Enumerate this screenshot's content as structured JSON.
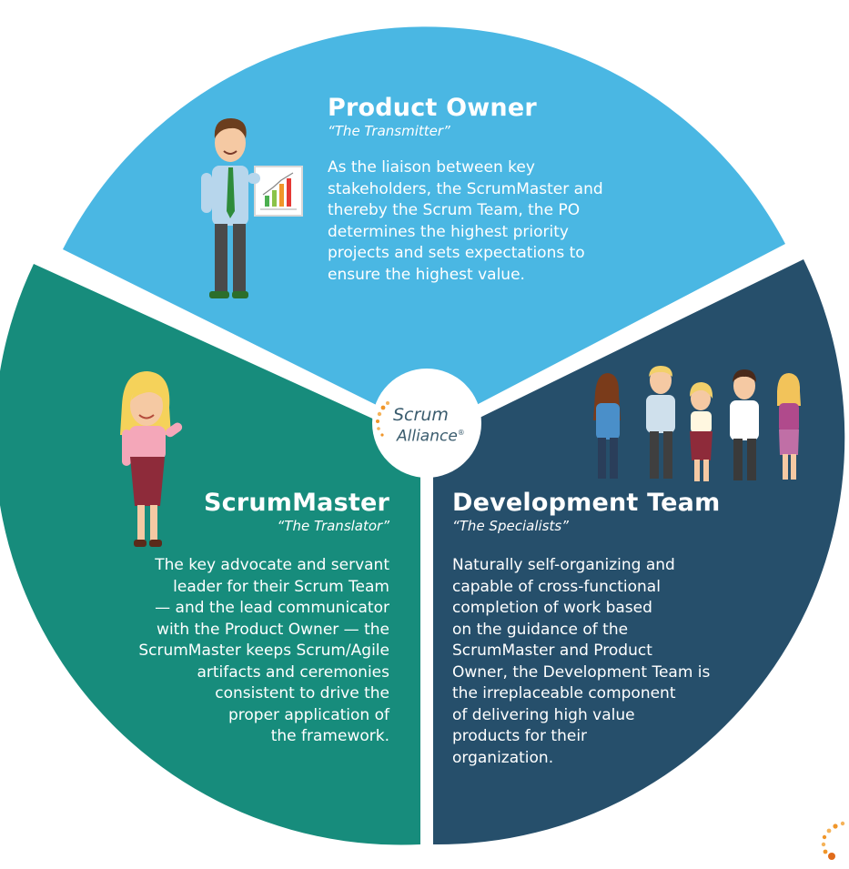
{
  "colors": {
    "product_owner": "#4ab7e3",
    "scrummaster": "#178c7c",
    "development_team": "#264f6b",
    "accent_orange": "#f0962a"
  },
  "logo": {
    "line1": "Scrum",
    "line2": "Alliance",
    "mark": "®"
  },
  "product_owner": {
    "title": "Product Owner",
    "subtitle": "“The Transmitter”",
    "body_lines": [
      "As the liaison between key",
      "stakeholders, the ScrumMaster and",
      "thereby the Scrum Team, the PO",
      "determines the highest priority",
      "projects and sets expectations to",
      "ensure the highest value."
    ]
  },
  "scrummaster": {
    "title": "ScrumMaster",
    "subtitle": "“The Translator”",
    "body_lines": [
      "The key advocate and servant",
      "leader for their Scrum Team",
      "— and the lead communicator",
      "with the Product Owner — the",
      "ScrumMaster keeps Scrum/Agile",
      "artifacts and ceremonies",
      "consistent to drive the",
      "proper application of",
      "the framework."
    ]
  },
  "development_team": {
    "title": "Development Team",
    "subtitle": "“The Specialists”",
    "body_lines": [
      "Naturally self-organizing and",
      "capable of cross-functional",
      "completion of work based",
      "on the guidance of the",
      "ScrumMaster and Product",
      "Owner, the Development Team is",
      "the  irreplaceable component",
      "of delivering high value",
      "products for their",
      "organization."
    ]
  }
}
